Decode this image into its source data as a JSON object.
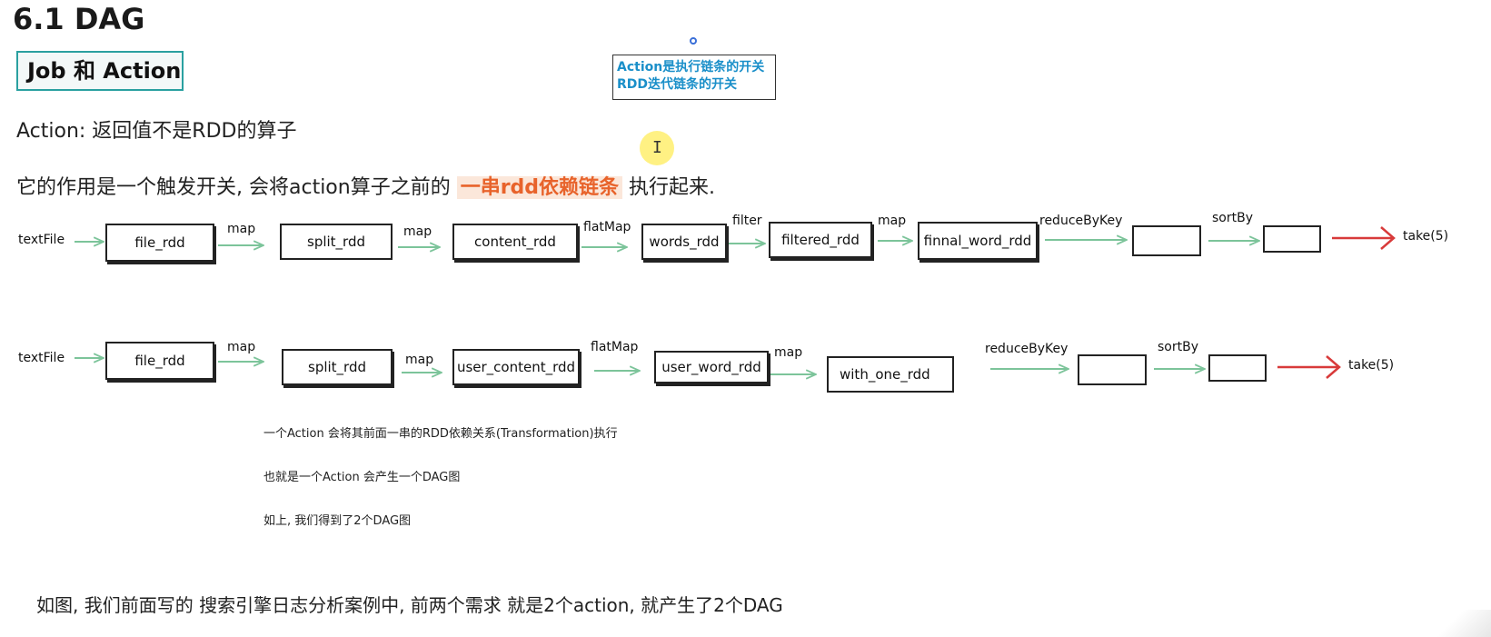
{
  "page": {
    "title": "6.1 DAG",
    "section_tag": "Job 和 Action",
    "note_box": [
      "Action是执行链条的开关",
      "RDD迭代链条的开关"
    ],
    "line1": "Action: 返回值不是RDD的算子",
    "line2_prefix": "它的作用是一个触发开关, 会将action算子之前的 ",
    "line2_highlight": "一串rdd依赖链条",
    "line2_suffix": " 执行起来.",
    "cursor_glyph": "I"
  },
  "chain1": {
    "source": "textFile",
    "nodes": [
      "file_rdd",
      "split_rdd",
      "content_rdd",
      "words_rdd",
      "filtered_rdd",
      "finnal_word_rdd",
      "",
      ""
    ],
    "ops": [
      "map",
      "map",
      "flatMap",
      "filter",
      "map",
      "reduceByKey",
      "sortBy"
    ],
    "action": "take(5)"
  },
  "chain2": {
    "source": "textFile",
    "nodes": [
      "file_rdd",
      "split_rdd",
      "user_content_rdd",
      "user_word_rdd",
      "with_one_rdd",
      "",
      ""
    ],
    "ops": [
      "map",
      "map",
      "flatMap",
      "map",
      "reduceByKey",
      "sortBy"
    ],
    "action": "take(5)"
  },
  "notes": [
    "一个Action 会将其前面一串的RDD依赖关系(Transformation)执行",
    "也就是一个Action 会产生一个DAG图",
    "如上, 我们得到了2个DAG图"
  ],
  "footer": "如图, 我们前面写的 搜索引擎日志分析案例中, 前两个需求 就是2个action, 就产生了2个DAG",
  "colors": {
    "arrow_green": "#7cc49a",
    "arrow_red": "#d83a3a",
    "highlight_text": "#e8632b",
    "note_text": "#1a8fc9",
    "tag_border": "#2aa0a0"
  }
}
